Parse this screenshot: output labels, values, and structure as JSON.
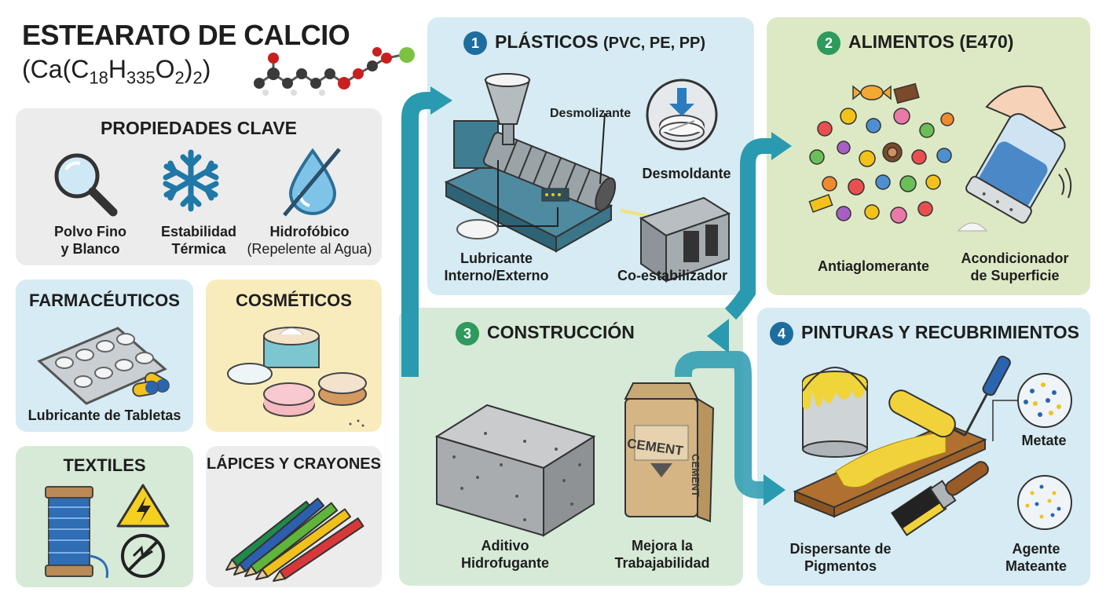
{
  "header": {
    "title": "ESTEARATO DE CALCIO",
    "formula_prefix": "(Ca(C",
    "formula_sub1": "18",
    "formula_h": "H",
    "formula_sub2": "335",
    "formula_o": "O",
    "formula_sub3": "2",
    "formula_close": ")",
    "formula_sub4": "2",
    "formula_end": ")"
  },
  "properties": {
    "title": "PROPIEDADES CLAVE",
    "items": [
      {
        "line1": "Polvo Fino",
        "line2": "y Blanco",
        "icon": "magnifier-icon"
      },
      {
        "line1": "Estabilidad",
        "line2": "Térmica",
        "icon": "snowflake-icon"
      },
      {
        "line1": "Hidrofóbico",
        "line2": "(Repelente al Agua)",
        "icon": "water-drop-crossed-icon"
      }
    ]
  },
  "small_panels": {
    "pharma": {
      "title": "FARMACÉUTICOS",
      "label": "Lubricante de Tabletas"
    },
    "cosmetics": {
      "title": "COSMÉTICOS"
    },
    "textiles": {
      "title": "TEXTILES"
    },
    "pencils": {
      "title": "LÁPICES Y CRAYONES"
    }
  },
  "sections": {
    "plastics": {
      "number": "1",
      "title": "PLÁSTICOS",
      "subtitle": "(PVC, PE, PP)",
      "desmolizante": "Desmolizante",
      "desmoldante": "Desmoldante",
      "lubricante1": "Lubricante",
      "lubricante2": "Interno/Externo",
      "coestabilizador": "Co-estabilizador"
    },
    "foods": {
      "number": "2",
      "title": "ALIMENTOS (E470)",
      "antiaglomerante": "Antiaglomerante",
      "acond1": "Acondicionador",
      "acond2": "de Superficie"
    },
    "construction": {
      "number": "3",
      "title": "CONSTRUCCIÓN",
      "aditivo1": "Aditivo",
      "aditivo2": "Hidrofugante",
      "mejora1": "Mejora la",
      "mejora2": "Trabajabilidad",
      "bag_text": "CEMENT"
    },
    "paints": {
      "number": "4",
      "title": "PINTURAS Y RECUBRIMIENTOS",
      "metate": "Metate",
      "dispersante1": "Dispersante de",
      "dispersante2": "Pigmentos",
      "agente1": "Agente",
      "agente2": "Mateante"
    }
  },
  "colors": {
    "blue_panel": "#d6ebf3",
    "green_panel": "#dde9c4",
    "grey_panel": "#ececec",
    "yellow_panel": "#f8ecbd",
    "mint_panel": "#d6ead7",
    "badge_blue": "#1d6e9e",
    "badge_green": "#2e9a5c",
    "arrow_teal": "#2a9ab0"
  }
}
